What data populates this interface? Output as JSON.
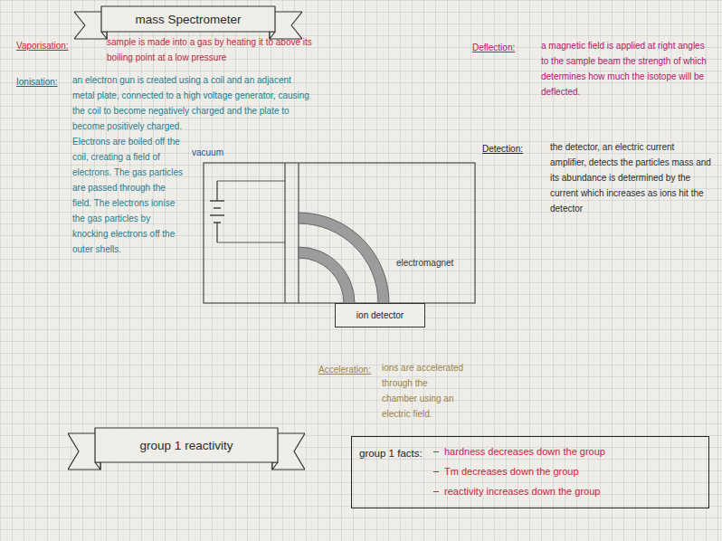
{
  "diagram": {
    "nodes": [
      {
        "text": [
          "mass Spectrometer"
        ]
      },
      {
        "text": [
          "ion detector"
        ]
      },
      {
        "text": [
          "group 1 reactivity"
        ]
      },
      {
        "text": [
          "group 1 facts:",
          "hardness decreases down the group",
          "Tm decreases down the group",
          "reactivity increases down the group"
        ]
      }
    ],
    "labels": [
      "Vaporisation:",
      "sample is made into a gas by heating it to above its boiling point at a low pressure",
      "Ionisation:",
      "an electron gun is created using a coil and an adjacent metal plate, connected to a high voltage generator, causing the coil to become negatively charged and the plate to become positively charged. Electrons are boiled off the coil, creating a field of electrons. The gas particles are passed through the field. The electrons ionise the gas particles by knocking electrons off the outer shells.",
      "Deflection:",
      "a magnetic field is applied at right angles to the sample beam the strength of which determines how much the isotope will be deflected.",
      "Detection:",
      "the detector, an electric current amplifier, detects the particles mass and its abundance is determined by the current which increases as ions hit the detector",
      "vacuum",
      "electromagnet",
      "Acceleration:",
      "ions are accelerated through the chamber using an electric field."
    ]
  }
}
